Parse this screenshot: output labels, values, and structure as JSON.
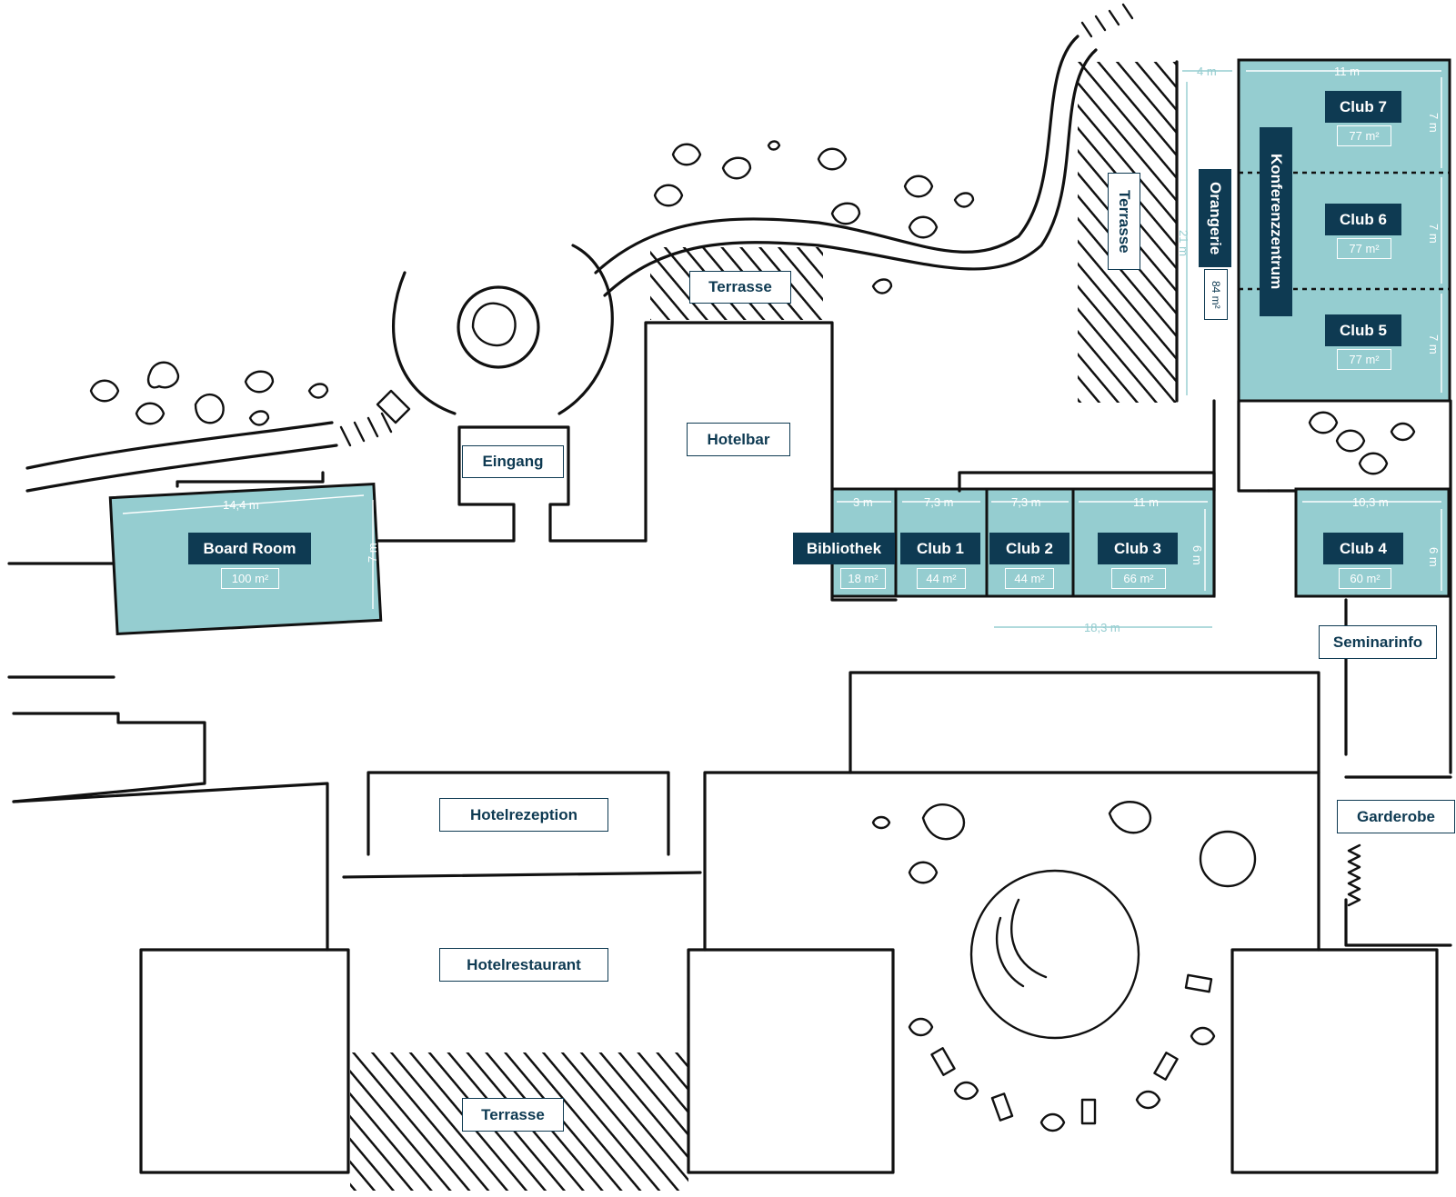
{
  "labels": {
    "terrasse_top": "Terrasse",
    "terrasse_right": "Terrasse",
    "terrasse_bottom": "Terrasse",
    "eingang": "Eingang",
    "hotelbar": "Hotelbar",
    "hotelrezeption": "Hotelrezeption",
    "hotelrestaurant": "Hotelrestaurant",
    "seminarinfo": "Seminarinfo",
    "garderobe": "Garderobe",
    "konferenzzentrum": "Konferenzzentrum"
  },
  "rooms": {
    "board_room": {
      "name": "Board Room",
      "area": "100 m²",
      "width": "14,4 m",
      "depth": "7 m"
    },
    "bibliothek": {
      "name": "Bibliothek",
      "area": "18 m²",
      "width": "3 m"
    },
    "club1": {
      "name": "Club 1",
      "area": "44 m²",
      "width": "7,3 m"
    },
    "club2": {
      "name": "Club 2",
      "area": "44 m²",
      "width": "7,3 m"
    },
    "club3": {
      "name": "Club 3",
      "area": "66 m²",
      "width": "11 m",
      "depth": "6 m"
    },
    "club4": {
      "name": "Club 4",
      "area": "60 m²",
      "width": "10,3 m",
      "depth": "6 m"
    },
    "club5": {
      "name": "Club 5",
      "area": "77 m²",
      "depth": "7 m"
    },
    "club6": {
      "name": "Club 6",
      "area": "77 m²",
      "depth": "7 m"
    },
    "club7": {
      "name": "Club 7",
      "area": "77 m²",
      "width": "11 m",
      "depth": "7 m"
    },
    "orangerie": {
      "name": "Orangerie",
      "area": "84 m²",
      "width": "4 m",
      "length": "21 m"
    }
  },
  "dimensions": {
    "club_row_total": "18,3 m"
  },
  "colors": {
    "room_fill": "#95cdd0",
    "label_navy": "#0e3a52",
    "ink": "#111111"
  }
}
